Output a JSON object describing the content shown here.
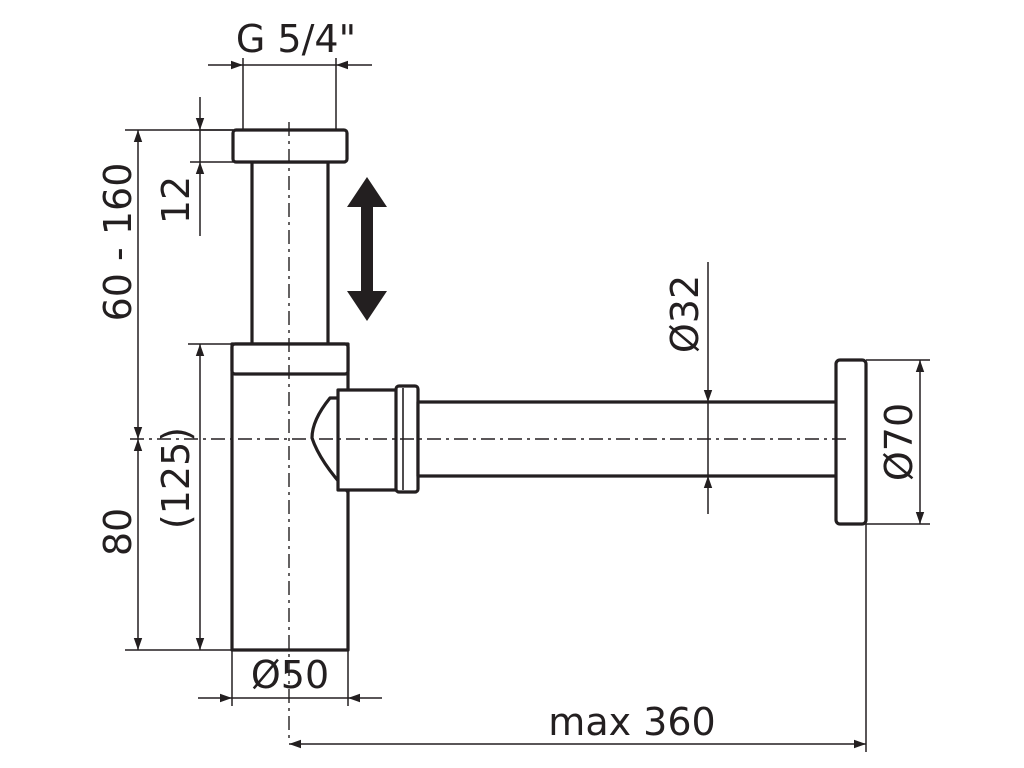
{
  "labels": {
    "thread": "G 5/4\"",
    "height_adjust": "60 - 160",
    "cap_height": "12",
    "body_height": "(125)",
    "outlet_height": "80",
    "body_diameter": "Ø50",
    "pipe_diameter": "Ø32",
    "rosette_diameter": "Ø70",
    "max_length": "max 360"
  },
  "colors": {
    "line": "#231f20",
    "background": "#ffffff"
  },
  "icons": {
    "adjust_arrow": "double-headed-vertical-arrow"
  }
}
